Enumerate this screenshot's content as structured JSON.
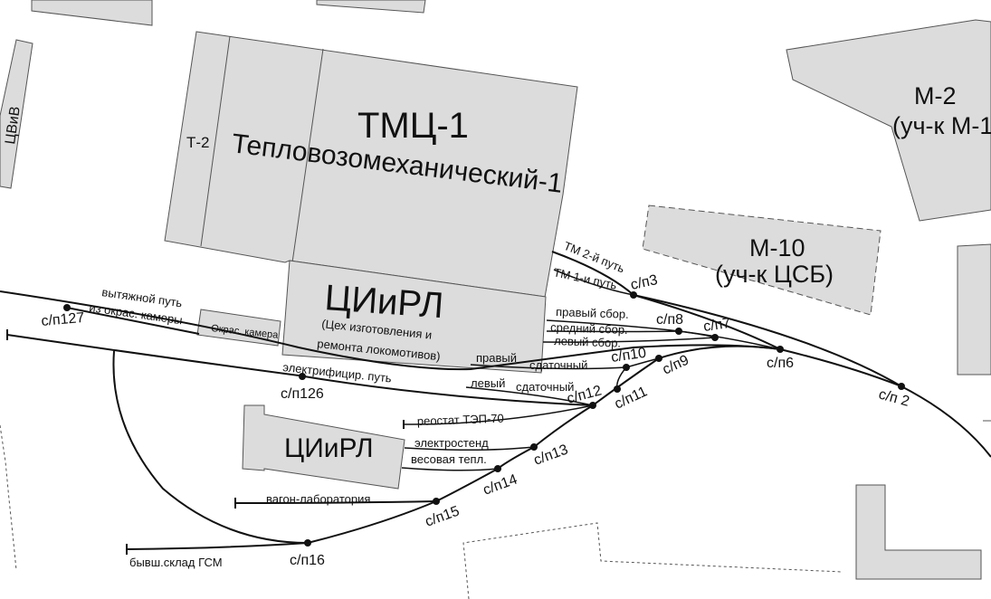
{
  "buildings": {
    "tvv": "ЦВиВ",
    "t2": "Т-2",
    "tmc_title": "ТМЦ-1",
    "tmc_sub": "Тепловозомеханический-1",
    "ciirl_title": "ЦИиРЛ",
    "ciirl_sub1": "(Цех изготовления и",
    "ciirl_sub2": "ремонта локомотивов)",
    "okras": "Окрас. камера",
    "m10_title": "М-10",
    "m10_sub": "(уч-к ЦСБ)",
    "m2_title": "М-2",
    "m2_sub": "(уч-к М-1",
    "ciirl2": "ЦИиРЛ"
  },
  "tracks": {
    "tm2": "ТМ 2-й путь",
    "tm1": "ТМ 1-и путь",
    "right_sbor": "правый сбор.",
    "mid_sbor": "средний сбор.",
    "left_sbor": "левый сбор.",
    "right_sdat1": "правый",
    "right_sdat2": "сдаточный",
    "left_sdat1": "левый",
    "left_sdat2": "сдаточный",
    "pull1": "вытяжной путь",
    "pull2": "из окрас. камеры",
    "electr": "электрифицир. путь",
    "reostat": "реостат ТЭП-70",
    "electrostend": "электростенд",
    "vesovaya": "весовая тепл.",
    "vagon": "вагон-лаборатория",
    "gsm": "бывш.склад ГСМ"
  },
  "switches": {
    "sp127": "с/п127",
    "sp126": "с/п126",
    "sp3": "с/п3",
    "sp8": "с/п8",
    "sp7": "с/п7",
    "sp6": "с/п6",
    "sp2": "с/п 2",
    "sp10": "с/п10",
    "sp9": "с/п9",
    "sp11": "с/п11",
    "sp12": "с/п12",
    "sp13": "с/п13",
    "sp14": "с/п14",
    "sp15": "с/п15",
    "sp16": "с/п16"
  }
}
